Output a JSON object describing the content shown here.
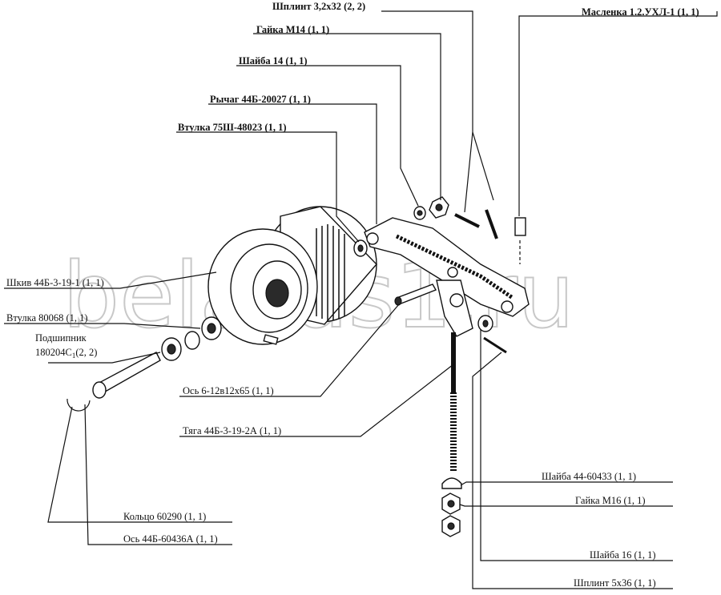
{
  "watermark": "belarus1.ru",
  "labels": {
    "shplint_3_2": "Шплинт 3,2х32 (2, 2)",
    "maslenka": "Масленка 1.2.УХЛ-1 (1, 1)",
    "gaika_m14": "Гайка М14 (1, 1)",
    "shaiba_14": "Шайба 14 (1, 1)",
    "rychag": "Рычаг 44Б-20027 (1, 1)",
    "vtulka_75": "Втулка 75Ш-48023 (1, 1)",
    "shkiv": "Шкив 44Б-3-19-1 (1, 1)",
    "vtulka_80068": "Втулка 80068 (1, 1)",
    "podshipnik_1": "Подшипник",
    "podshipnik_2": "180204С",
    "podshipnik_sub": "1",
    "podshipnik_3": "(2, 2)",
    "os_6": "Ось 6-12в12х65 (1, 1)",
    "tyaga": "Тяга 44Б-3-19-2А (1, 1)",
    "shaiba_44": "Шайба 44-60433 (1, 1)",
    "gaika_m16": "Гайка М16 (1, 1)",
    "kolco": "Кольцо 60290 (1, 1)",
    "os_44b": "Ось 44Б-60436А (1, 1)",
    "shaiba_16": "Шайба 16 (1, 1)",
    "shplint_5": "Шплинт 5х36 (1, 1)"
  }
}
